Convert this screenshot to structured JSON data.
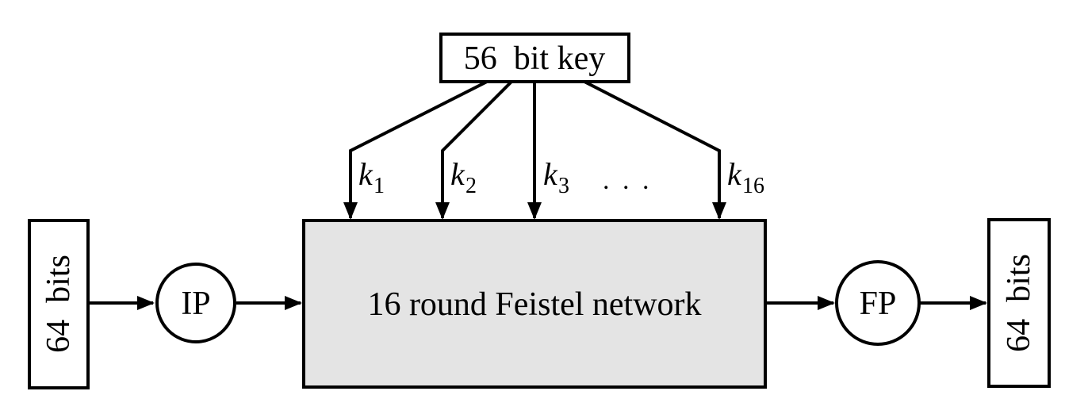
{
  "diagram": {
    "background": "#ffffff",
    "stroke_color": "#000000"
  },
  "key_box": {
    "label": "56  bit key"
  },
  "feistel_box": {
    "label": "16 round Feistel network",
    "fill": "#e4e4e4"
  },
  "input_box": {
    "label": "64  bits"
  },
  "output_box": {
    "label": "64  bits"
  },
  "ip_node": {
    "label": "IP"
  },
  "fp_node": {
    "label": "FP"
  },
  "round_keys": [
    {
      "base": "k",
      "sub": "1"
    },
    {
      "base": "k",
      "sub": "2"
    },
    {
      "base": "k",
      "sub": "3"
    },
    {
      "base": "k",
      "sub": "16"
    }
  ],
  "ellipsis": ". . ."
}
